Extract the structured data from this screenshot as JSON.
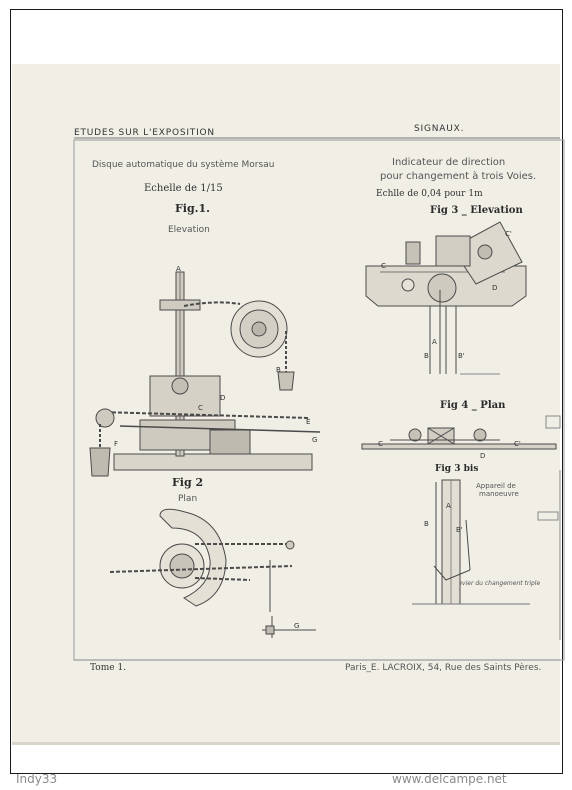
{
  "header": {
    "left": "ETUDES SUR L'EXPOSITION",
    "right": "SIGNAUX."
  },
  "left_panel": {
    "title": "Disque automatique du système Morsau",
    "scale": "Echelle de 1/15",
    "fig1": "Fig.1.",
    "fig1_caption": "Elevation",
    "fig2": "Fig 2",
    "fig2_caption": "Plan"
  },
  "right_panel": {
    "title_line1": "Indicateur de direction",
    "title_line2": "pour changement à trois Voies.",
    "scale": "Echlle de 0,04 pour 1m",
    "fig3": "Fig 3 _ Elevation",
    "fig4": "Fig 4 _ Plan",
    "fig3bis": "Fig 3 bis",
    "appareil_line1": "Appareil de",
    "appareil_line2": "manoeuvre",
    "levier": "Levier du changement triple"
  },
  "footer": {
    "left": "Tome 1.",
    "right": "Paris_E. LACROIX, 54, Rue des Saints Pères."
  },
  "watermark": {
    "left": "Indy33",
    "right": "www.delcampe.net"
  },
  "letters": {
    "A": "A",
    "B": "B",
    "C": "C",
    "D": "D",
    "E": "E",
    "F": "F",
    "G": "G",
    "Bp": "B'",
    "Cp": "C'"
  }
}
